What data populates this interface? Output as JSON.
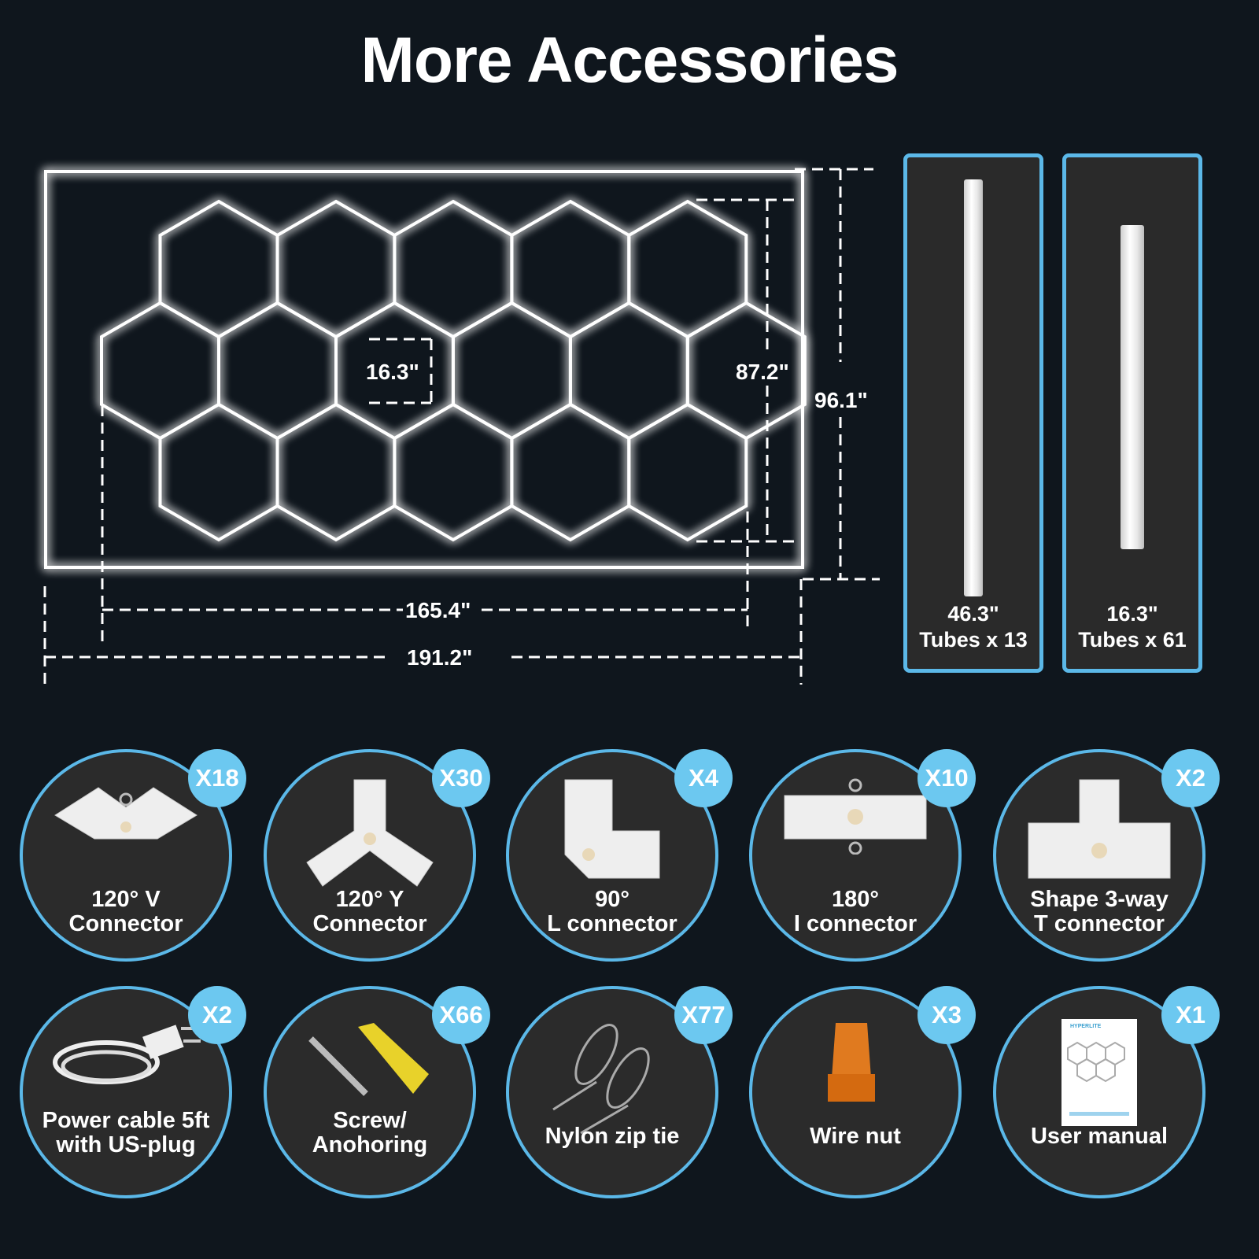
{
  "title": "More Accessories",
  "dimensions": {
    "hex_side": "16.3\"",
    "inner_height": "87.2\"",
    "outer_height": "96.1\"",
    "inner_width": "165.4\"",
    "outer_width": "191.2\""
  },
  "tubes": [
    {
      "length": "46.3\"",
      "count": "Tubes x 13"
    },
    {
      "length": "16.3\"",
      "count": "Tubes x 61"
    }
  ],
  "accessories": [
    {
      "qty": "X18",
      "line1": "120° V",
      "line2": "Connector"
    },
    {
      "qty": "X30",
      "line1": "120° Y",
      "line2": "Connector"
    },
    {
      "qty": "X4",
      "line1": "90°",
      "line2": "L connector"
    },
    {
      "qty": "X10",
      "line1": "180°",
      "line2": "I connector"
    },
    {
      "qty": "X2",
      "line1": "Shape 3-way",
      "line2": "T connector"
    },
    {
      "qty": "X2",
      "line1": "Power cable 5ft",
      "line2": "with US-plug"
    },
    {
      "qty": "X66",
      "line1": "Screw/",
      "line2": "Anohoring"
    },
    {
      "qty": "X77",
      "line1": "Nylon zip tie",
      "line2": ""
    },
    {
      "qty": "X3",
      "line1": "Wire nut",
      "line2": ""
    },
    {
      "qty": "X1",
      "line1": "User manual",
      "line2": ""
    }
  ],
  "manual_brand": "HYPERLITE",
  "colors": {
    "background": "#0f161d",
    "accent": "#5bb8e8",
    "badge": "#6cc8f0",
    "card": "#2b2b2b"
  }
}
